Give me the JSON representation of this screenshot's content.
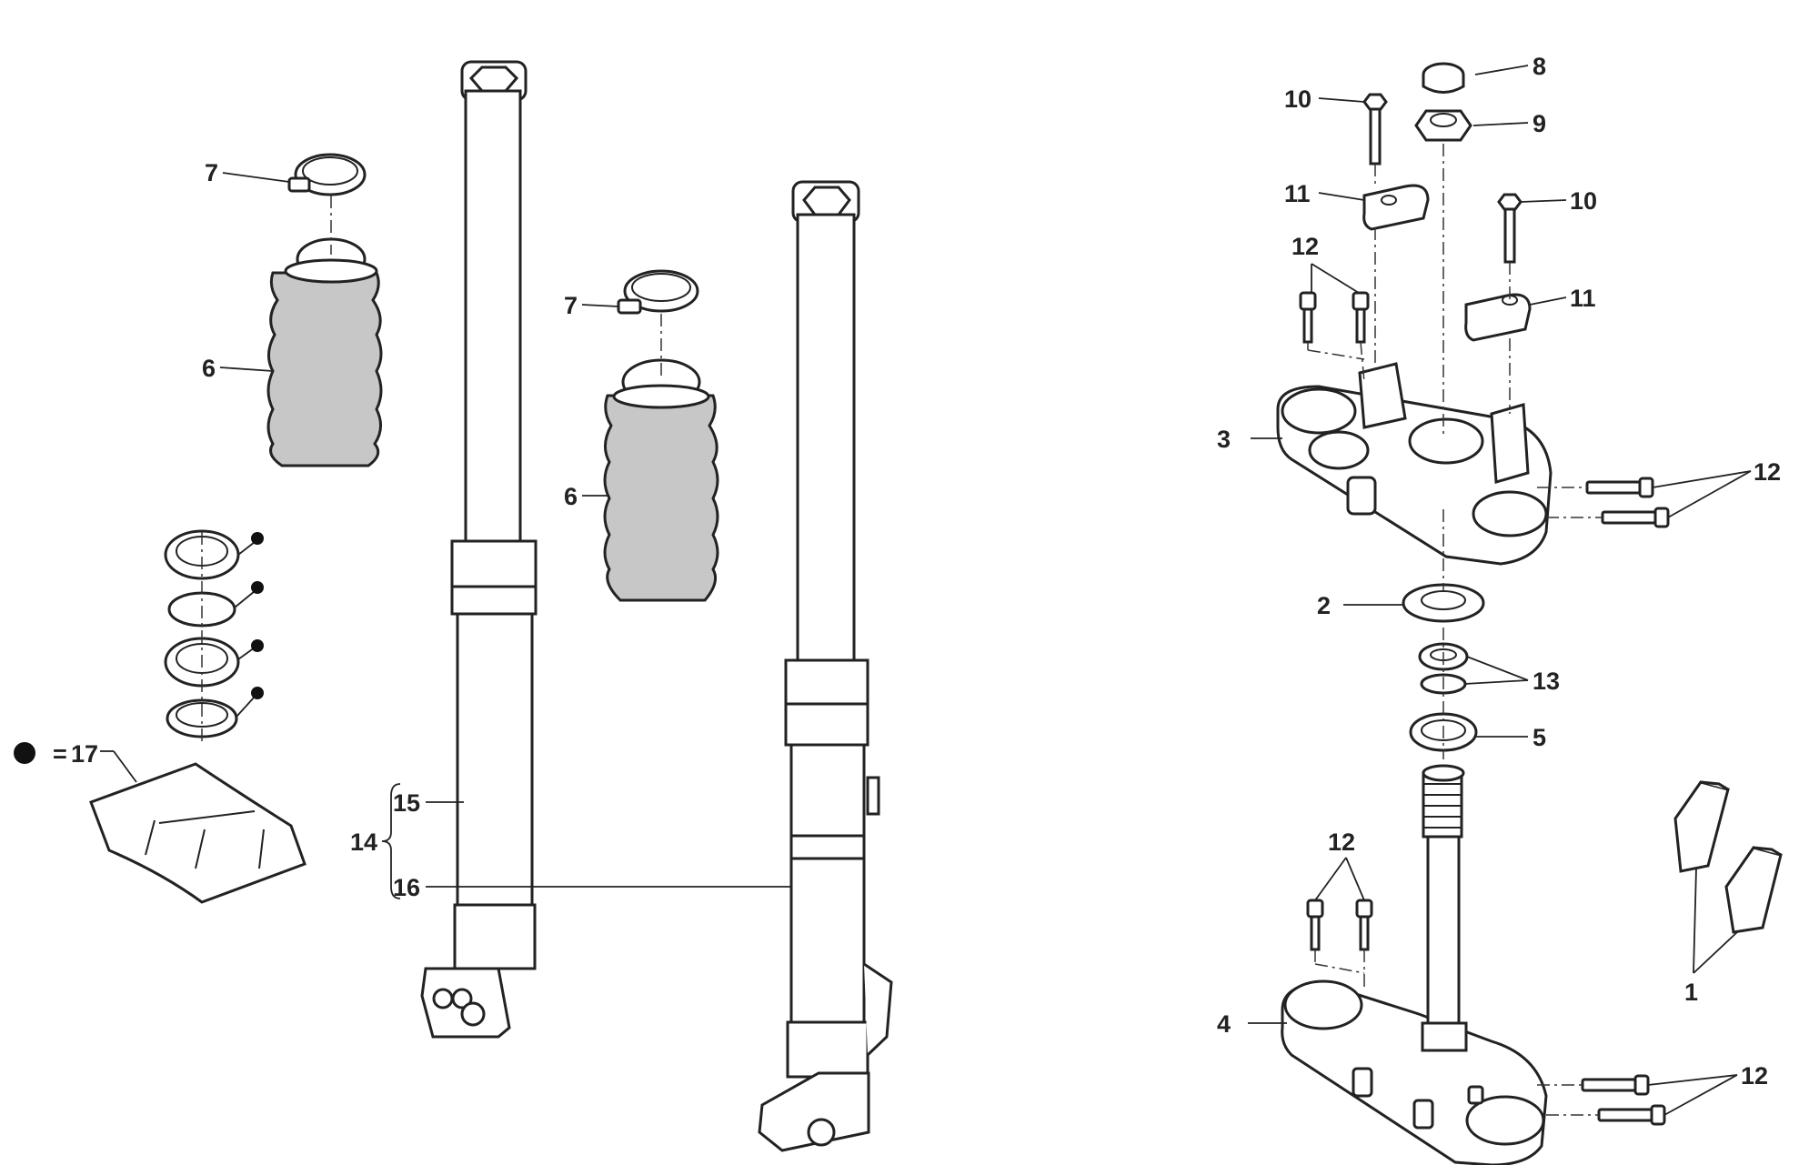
{
  "diagram": {
    "callouts": {
      "c1": "1",
      "c2": "2",
      "c3": "3",
      "c4": "4",
      "c5": "5",
      "c6a": "6",
      "c6b": "6",
      "c7a": "7",
      "c7b": "7",
      "c8": "8",
      "c9": "9",
      "c10a": "10",
      "c10b": "10",
      "c11a": "11",
      "c11b": "11",
      "c12a": "12",
      "c12b": "12",
      "c12c": "12",
      "c12d": "12",
      "c13": "13",
      "c14": "14",
      "c15": "15",
      "c16": "16"
    },
    "kit_legend": {
      "symbol_label": "=",
      "number": "17"
    }
  }
}
